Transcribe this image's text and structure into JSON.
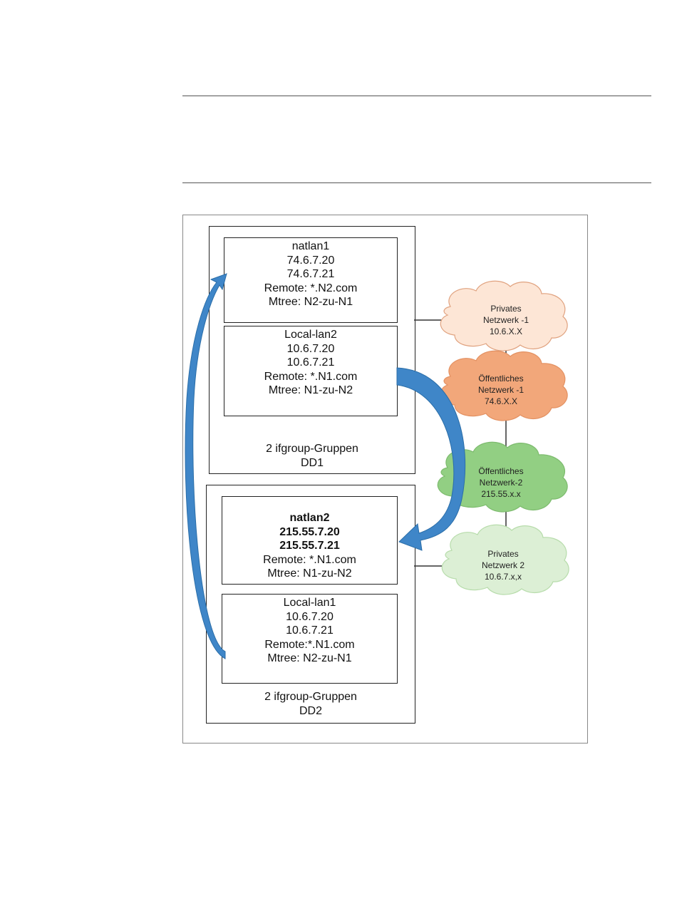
{
  "figure": {
    "dd1": {
      "caption": "2 ifgroup-Gruppen",
      "name": "DD1",
      "natlan1": {
        "title": "natlan1",
        "ip1": "74.6.7.20",
        "ip2": "74.6.7.21",
        "remote": "Remote: *.N2.com",
        "mtree": "Mtree: N2-zu-N1"
      },
      "locallan2": {
        "title": "Local-lan2",
        "ip1": "10.6.7.20",
        "ip2": "10.6.7.21",
        "remote": "Remote: *.N1.com",
        "mtree": "Mtree: N1-zu-N2"
      }
    },
    "dd2": {
      "caption": "2 ifgroup-Gruppen",
      "name": "DD2",
      "natlan2": {
        "title": "natlan2",
        "ip1": "215.55.7.20",
        "ip2": "215.55.7.21",
        "remote": "Remote: *.N1.com",
        "mtree": "Mtree: N1-zu-N2"
      },
      "locallan1": {
        "title": "Local-lan1",
        "ip1": "10.6.7.20",
        "ip2": "10.6.7.21",
        "remote": "Remote:*.N1.com",
        "mtree": "Mtree: N2-zu-N1"
      }
    },
    "clouds": [
      {
        "line1": "Privates",
        "line2": "Netzwerk -1",
        "line3": "10.6.X.X",
        "fill": "#fde6d6",
        "stroke": "#e0a27f"
      },
      {
        "line1": "Öffentliches",
        "line2": "Netzwerk -1",
        "line3": "74.6.X.X",
        "fill": "#f2a77a",
        "stroke": "#e39162"
      },
      {
        "line1": "Öffentliches",
        "line2": "Netzwerk-2",
        "line3": "215.55.x.x",
        "fill": "#92cf83",
        "stroke": "#7dbb6e"
      },
      {
        "line1": "Privates",
        "line2": "Netzwerk 2",
        "line3": "10.6.7.x,x",
        "fill": "#dcefd5",
        "stroke": "#b7dcab"
      }
    ],
    "colors": {
      "arrow": "#3f86c8",
      "arrow_dark": "#2b6ea8",
      "line": "#333333"
    }
  }
}
